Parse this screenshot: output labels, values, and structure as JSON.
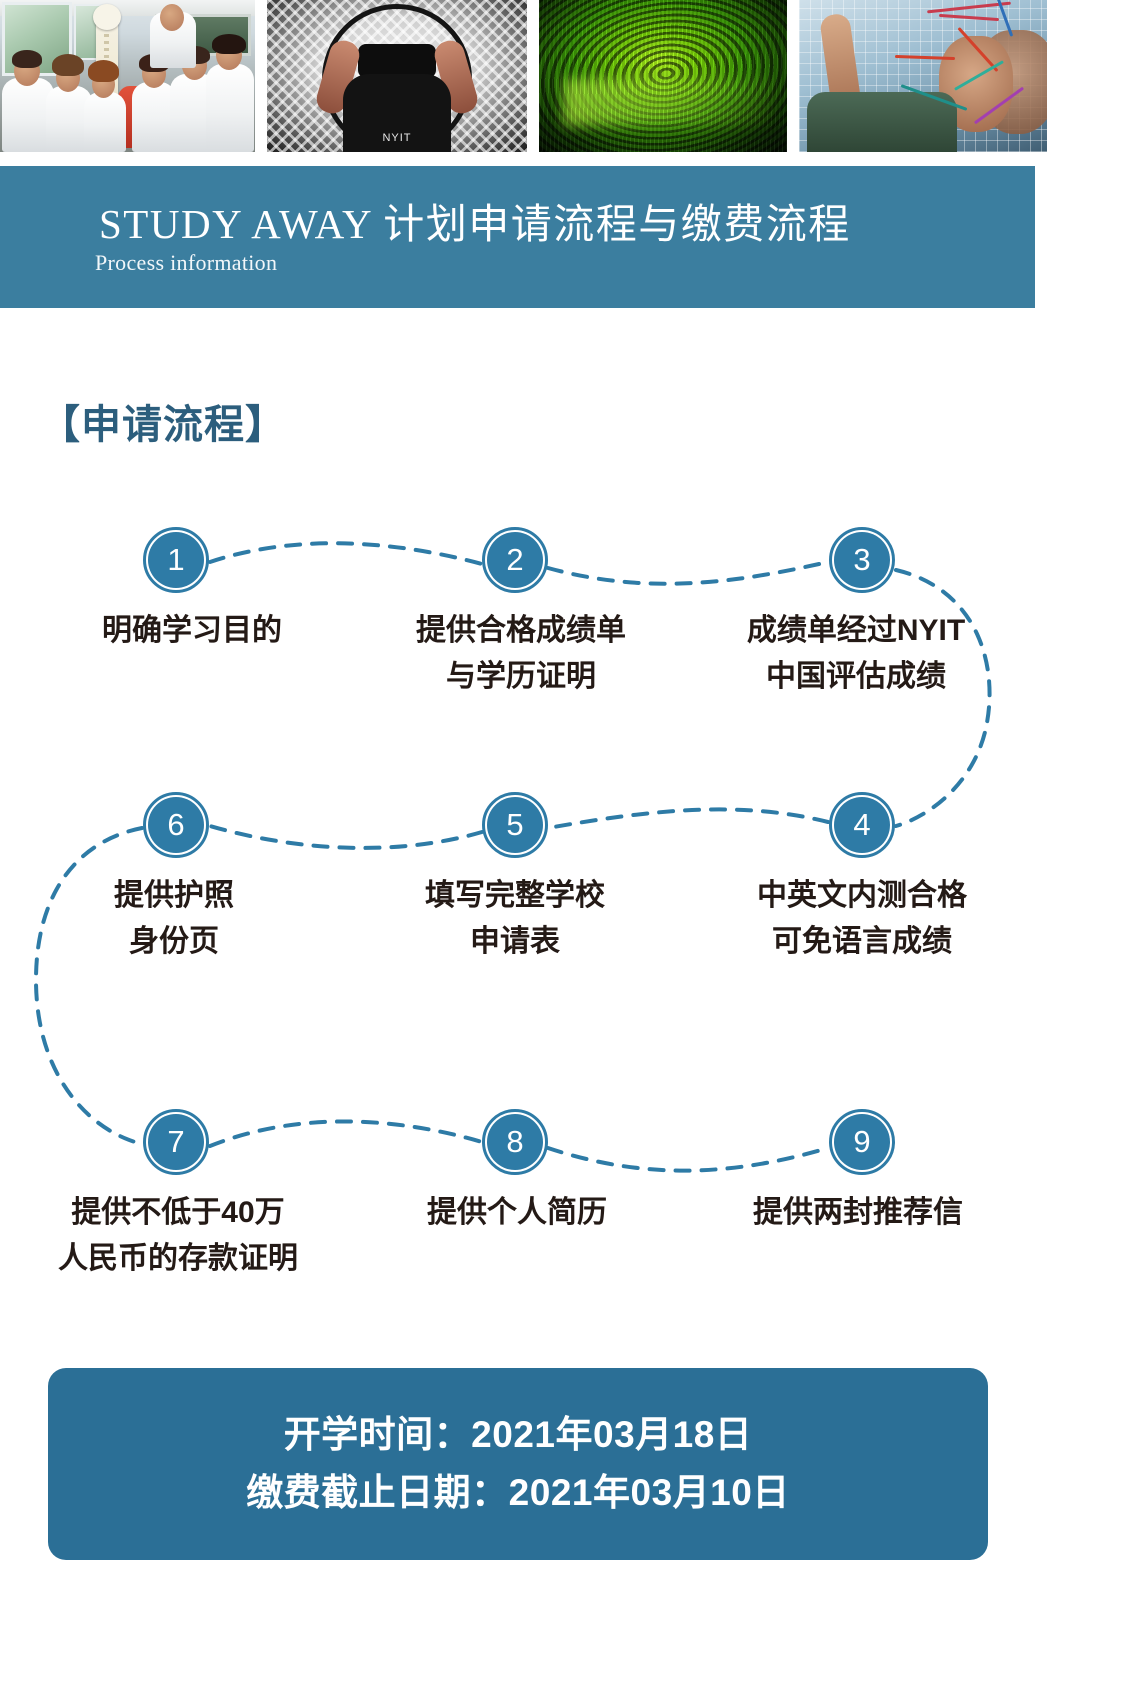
{
  "header": {
    "photos": [
      {
        "name": "anatomy-lab-students",
        "alt": "Students in white coats around a skeleton model"
      },
      {
        "name": "vr-headset-student",
        "alt": "Student putting on a VR headset"
      },
      {
        "name": "green-fingerprint",
        "alt": "Green laser-lit fingerprint"
      },
      {
        "name": "researcher-glass-board",
        "alt": "Researcher writing on a transparent grid board"
      }
    ]
  },
  "title": {
    "main": "STUDY AWAY 计划申请流程与缴费流程",
    "sub": "Process information"
  },
  "section": {
    "heading": "【申请流程】"
  },
  "flow": {
    "steps": [
      {
        "number": "1",
        "lines": [
          "明确学习目的"
        ]
      },
      {
        "number": "2",
        "lines": [
          "提供合格成绩单",
          "与学历证明"
        ]
      },
      {
        "number": "3",
        "lines": [
          "成绩单经过NYIT",
          "中国评估成绩"
        ]
      },
      {
        "number": "4",
        "lines": [
          "中英文内测合格",
          "可免语言成绩"
        ]
      },
      {
        "number": "5",
        "lines": [
          "填写完整学校",
          "申请表"
        ]
      },
      {
        "number": "6",
        "lines": [
          "提供护照",
          "身份页"
        ]
      },
      {
        "number": "7",
        "lines": [
          "提供不低于40万",
          "人民币的存款证明"
        ]
      },
      {
        "number": "8",
        "lines": [
          "提供个人简历"
        ]
      },
      {
        "number": "9",
        "lines": [
          "提供两封推荐信"
        ]
      }
    ]
  },
  "footer": {
    "lines": [
      "开学时间：2021年03月18日",
      "缴费截止日期：2021年03月10日"
    ]
  },
  "colors": {
    "brand_blue": "#3b7e9f",
    "node_blue": "#2e7ba6",
    "banner_blue": "#2b6f96",
    "heading_blue": "#2c5e7d",
    "label_dark": "#241a16"
  }
}
